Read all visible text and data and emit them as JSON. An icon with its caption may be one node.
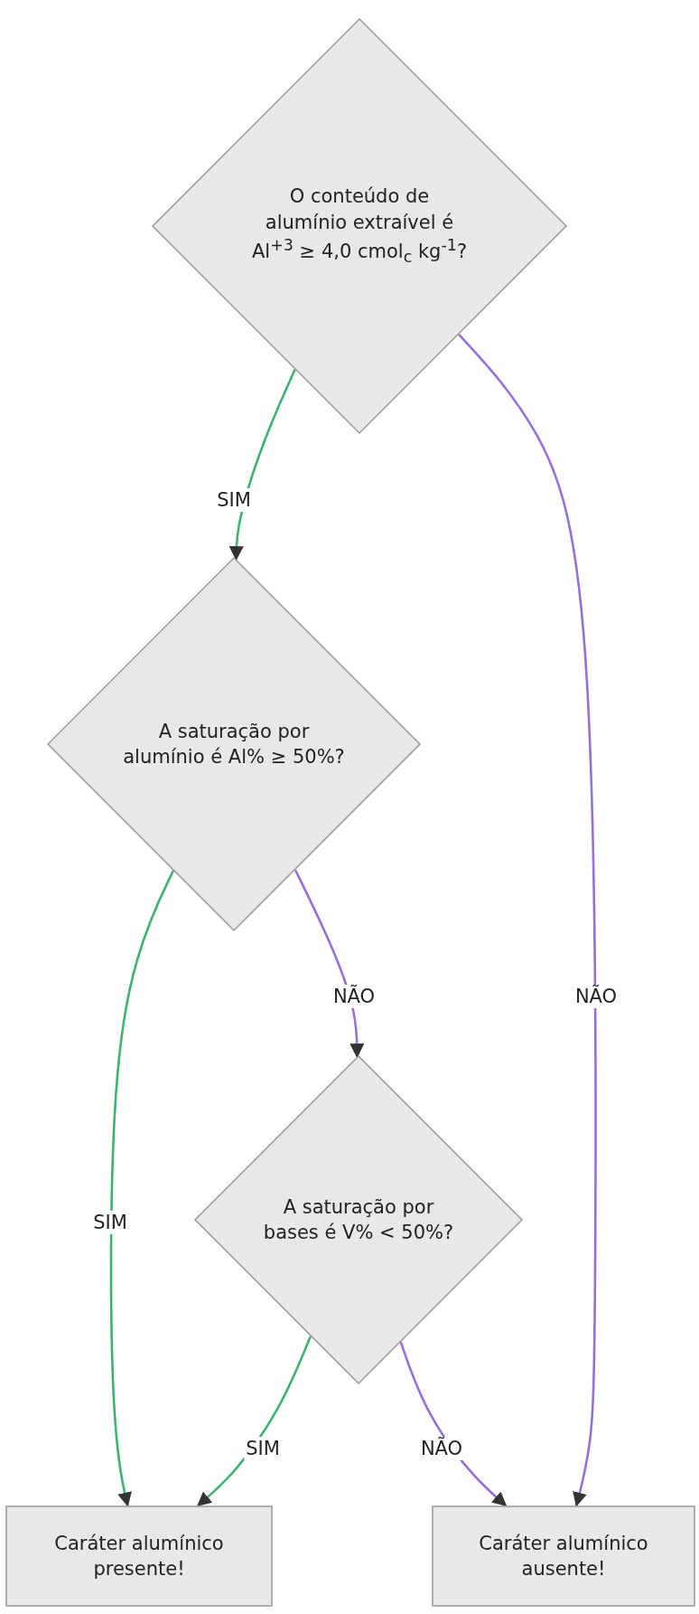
{
  "diagram": {
    "nodes": [
      {
        "text": [
          "O conteúdo de alumínio extraível é Al$^{+3}$ ≥ 4,0 cmol$_{c}$ kg$^{-1}$?"
        ]
      },
      {
        "text": [
          "A saturação por alumínio é Al% ≥ 50%?"
        ]
      },
      {
        "text": [
          "A saturação por bases é V% < 50%?"
        ]
      },
      {
        "text": [
          "Caráter alumínico presente!"
        ]
      },
      {
        "text": [
          "Caráter alumínico ausente!"
        ]
      }
    ],
    "edges": [
      {
        "from": 0,
        "to": 1,
        "arrow": "to",
        "label": "SIM"
      },
      {
        "from": 0,
        "to": 4,
        "arrow": "to",
        "label": "NÃO",
        "color": "#9370db"
      },
      {
        "from": 1,
        "to": 3,
        "arrow": "to",
        "label": "SIM"
      },
      {
        "from": 1,
        "to": 2,
        "arrow": "to",
        "label": "NÃO",
        "color": "#9370db"
      },
      {
        "from": 2,
        "to": 3,
        "arrow": "to",
        "label": "SIM"
      },
      {
        "from": 2,
        "to": 4,
        "arrow": "to",
        "label": "NÃO",
        "color": "#9370db"
      }
    ]
  }
}
